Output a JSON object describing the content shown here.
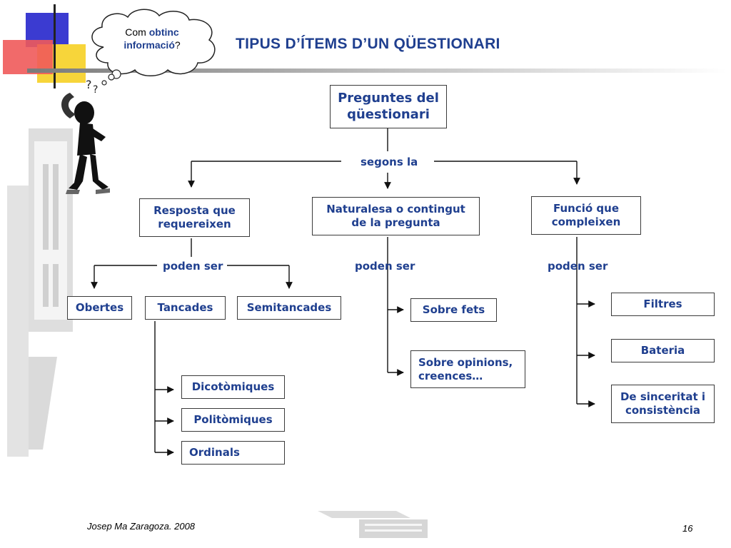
{
  "cloud": {
    "prefix": "Com ",
    "highlight1": "obtinc",
    "highlight2": "informació",
    "suffix": "?"
  },
  "title": "TIPUS D’ÍTEMS D’UN QÜESTIONARI",
  "root": {
    "line1": "Preguntes del",
    "line2": "qüestionari"
  },
  "connector": "segons la",
  "branches": {
    "resposta": {
      "line1": "Resposta que",
      "line2": "requereixen",
      "connector": "poden ser"
    },
    "naturalesa": {
      "line1": "Naturalesa o contingut",
      "line2": "de la pregunta",
      "connector": "poden ser"
    },
    "funcio": {
      "line1": "Funció que",
      "line2": "compleixen",
      "connector": "poden ser"
    }
  },
  "resposta_types": {
    "obertes": "Obertes",
    "tancades": "Tancades",
    "semitancades": "Semitancades"
  },
  "tancades_types": {
    "dicotomiques": "Dicotòmiques",
    "politomiques": "Politòmiques",
    "ordinals": "Ordinals"
  },
  "naturalesa_types": {
    "fets": "Sobre fets",
    "opinions_line1": "Sobre opinions,",
    "opinions_line2": "creences…"
  },
  "funcio_types": {
    "filtres": "Filtres",
    "bateria": "Bateria",
    "sinceritat_line1": "De sinceritat i",
    "sinceritat_line2": "consistència"
  },
  "footer": {
    "author": "Josep Ma Zaragoza. 2008",
    "page": "16"
  },
  "colors": {
    "text_blue": "#1f3f8f",
    "deco_blue": "#3b3bd1",
    "deco_yellow": "#f7d53a",
    "deco_red": "#f05a5a"
  }
}
